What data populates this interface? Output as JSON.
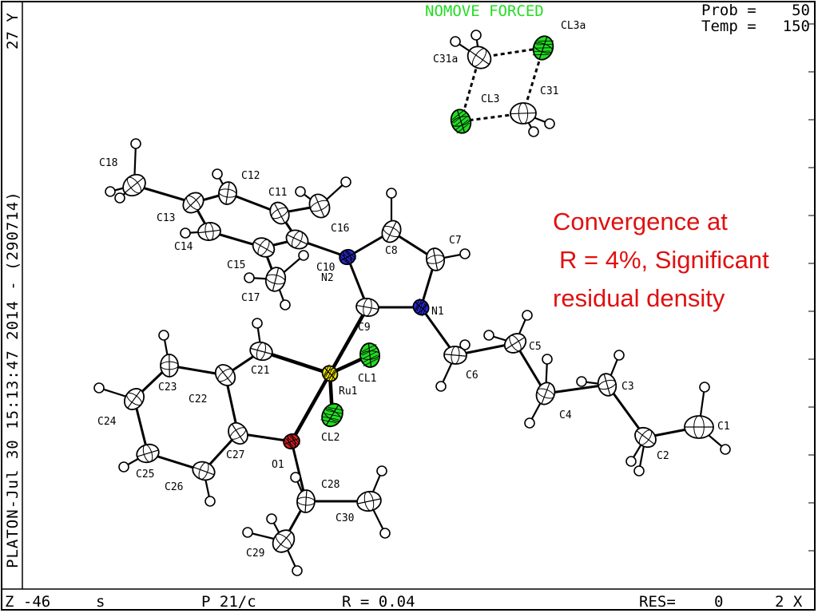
{
  "side_text": "PLATON-Jul 30 15:13:47 2014 - (290714)",
  "side_axis": "27 Y",
  "header": {
    "mode": "NOMOVE FORCED",
    "prob_label": "Prob =",
    "prob_value": "50",
    "temp_label": "Temp =",
    "temp_value": "150"
  },
  "annotation": {
    "line1": "Convergence at",
    "line2": "R = 4%, Significant",
    "line3": "residual density",
    "color": "#e01010"
  },
  "footer": {
    "z": "Z -46",
    "s": "s",
    "space_group": "P 21/c",
    "r_value": "R = 0.04",
    "res_label": "RES=",
    "res_value": "0",
    "mag": "2 X"
  },
  "colors": {
    "carbon": "#ffffff",
    "nitrogen": "#2a2ae0",
    "oxygen": "#e02020",
    "chlorine": "#22dd22",
    "ruthenium": "#f2e600",
    "hydrogen": "#ffffff",
    "header_text": "#22dd22"
  },
  "labels": {
    "C1": "C1",
    "C2": "C2",
    "C3": "C3",
    "C4": "C4",
    "C5": "C5",
    "C6": "C6",
    "C7": "C7",
    "C8": "C8",
    "C9": "C9",
    "C10": "C10",
    "C11": "C11",
    "C12": "C12",
    "C13": "C13",
    "C14": "C14",
    "C15": "C15",
    "C16": "C16",
    "C17": "C17",
    "C18": "C18",
    "C21": "C21",
    "C22": "C22",
    "C23": "C23",
    "C24": "C24",
    "C25": "C25",
    "C26": "C26",
    "C27": "C27",
    "C28": "C28",
    "C29": "C29",
    "C30": "C30",
    "C31": "C31",
    "C31a": "C31a",
    "N1": "N1",
    "N2": "N2",
    "O1": "O1",
    "Ru1": "Ru1",
    "CL1": "CL1",
    "CL2": "CL2",
    "CL3": "CL3",
    "CL3a": "CL3a"
  }
}
